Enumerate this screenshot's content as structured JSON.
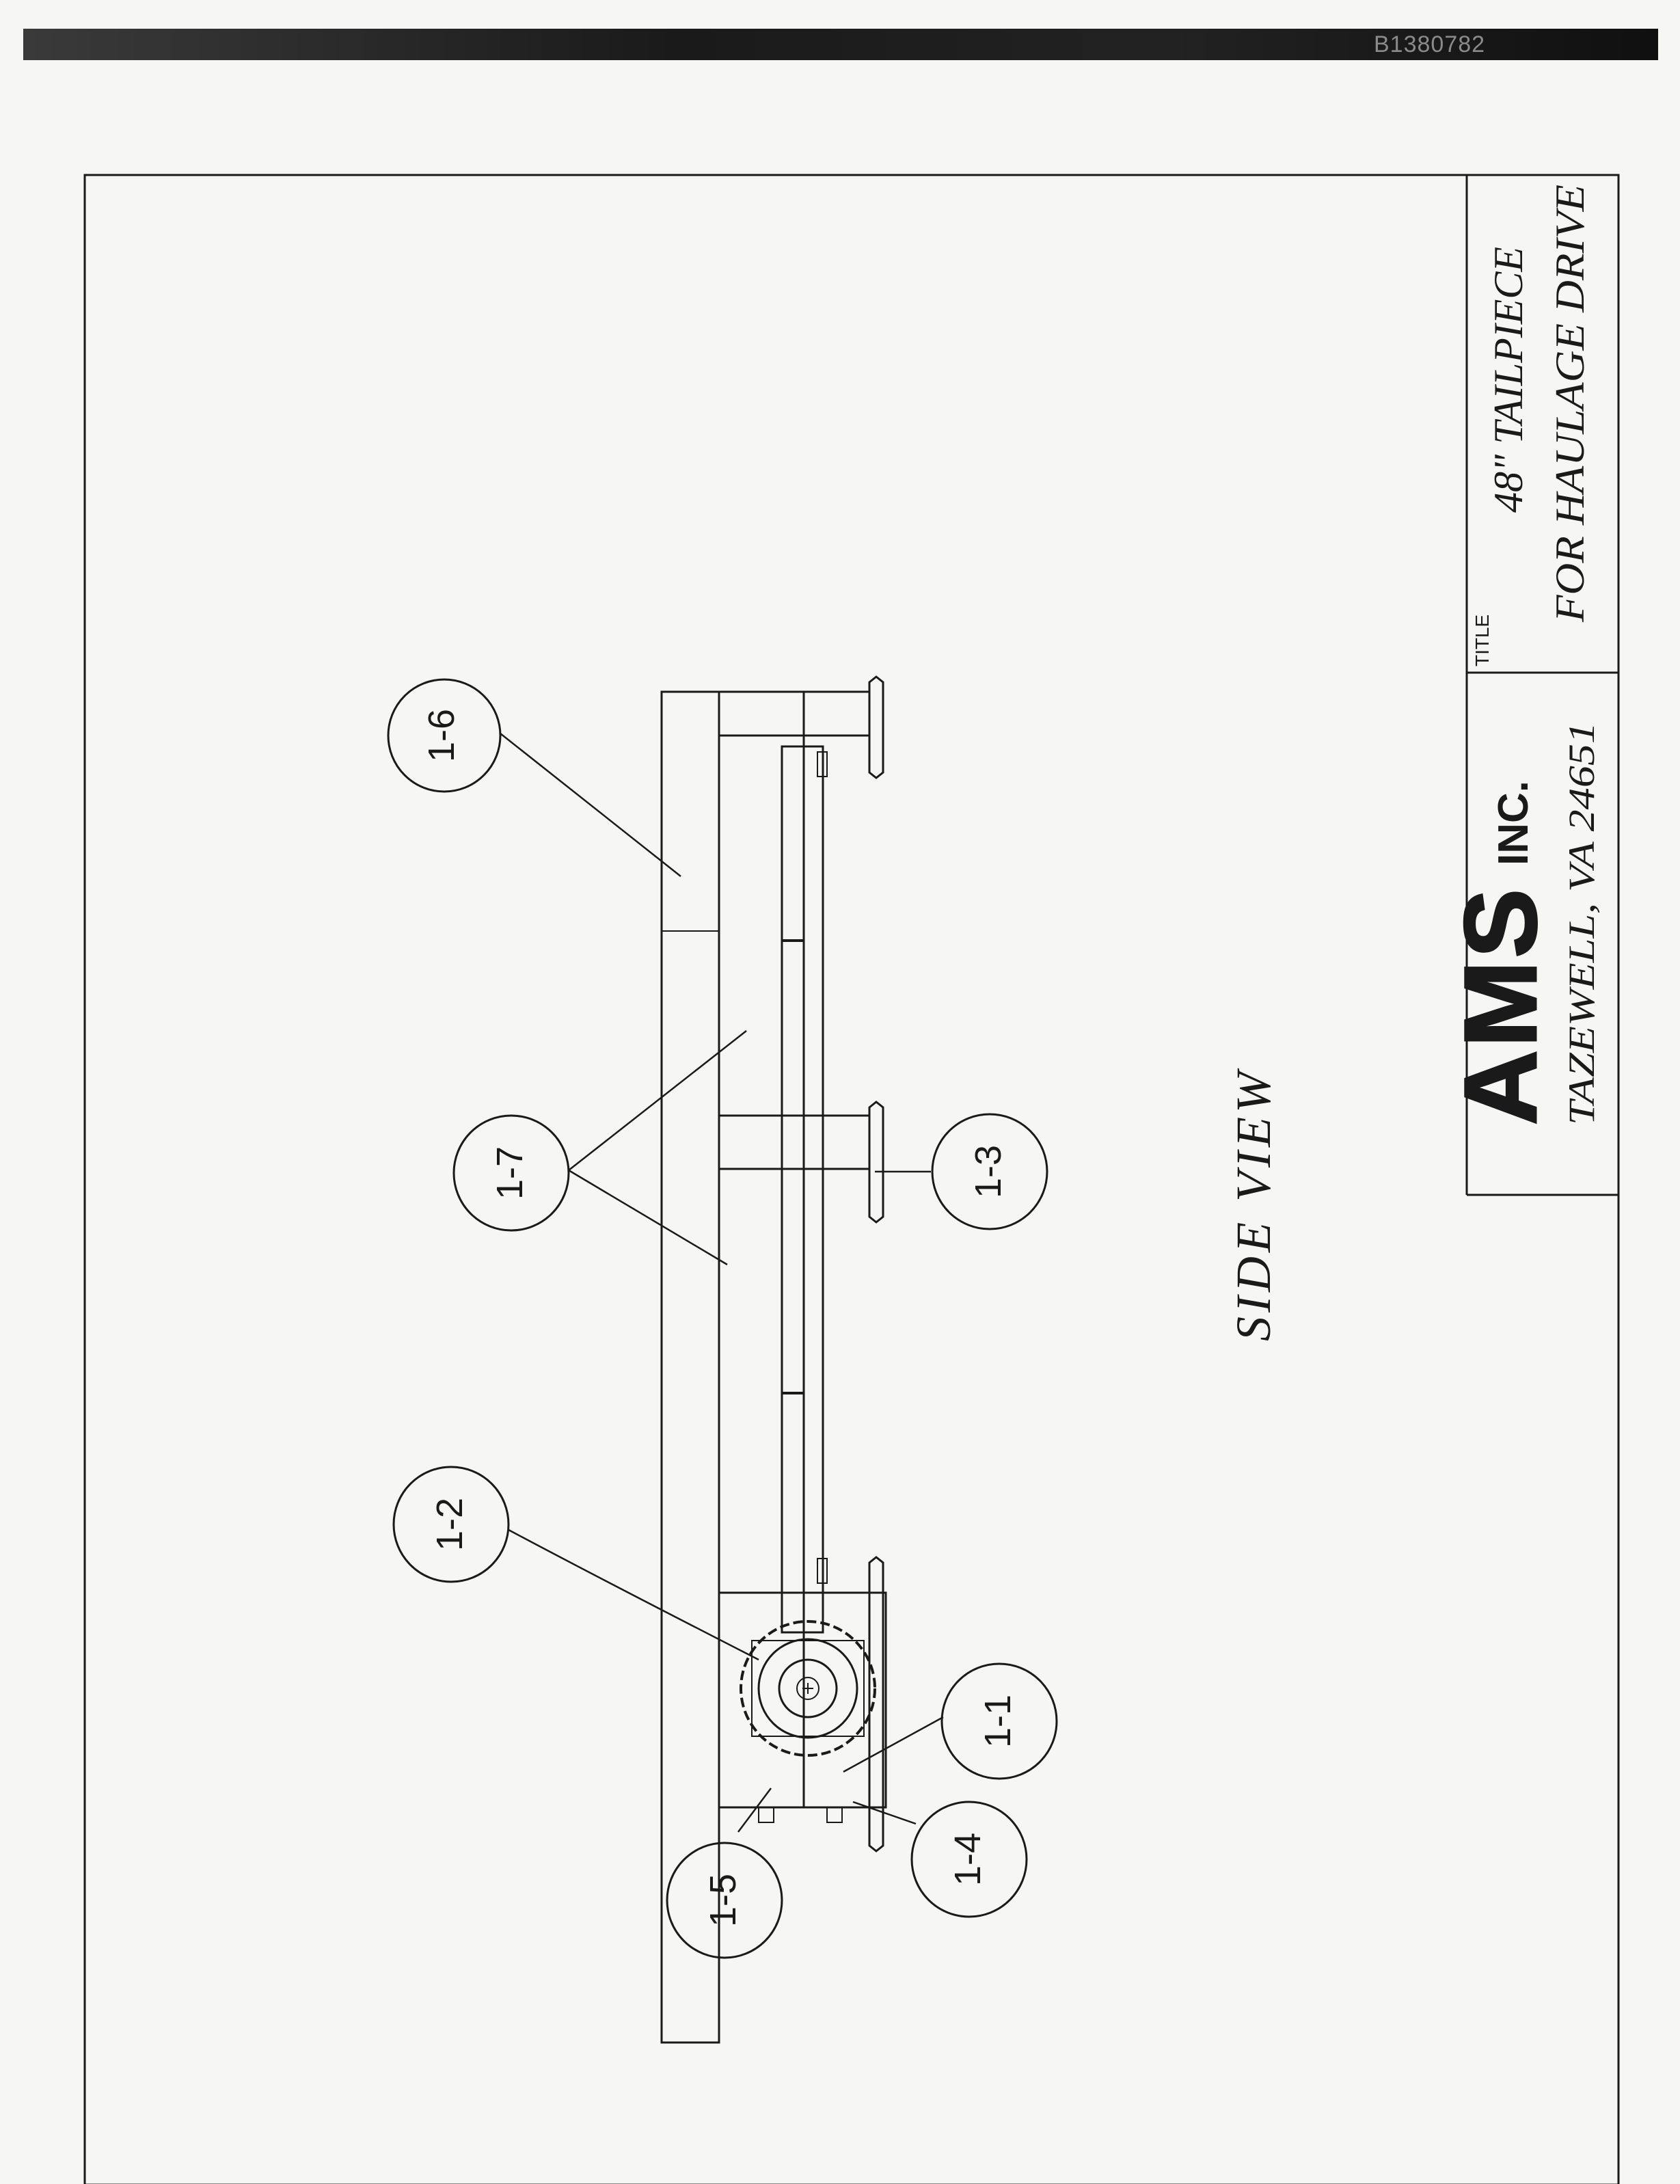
{
  "scan_header": {
    "id": "B1380782"
  },
  "drawing": {
    "view_label": "SIDE VIEW",
    "callouts": [
      "1-1",
      "1-2",
      "1-3",
      "1-4",
      "1-5",
      "1-6",
      "1-7"
    ]
  },
  "title_block": {
    "company_logo": "AMS",
    "company_suffix": "INC.",
    "company_address": "TAZEWELL, VA 24651",
    "title_caption": "TITLE",
    "title_line1": "48\" TAILPIECE",
    "title_line2": "FOR HAULAGE DRIVE"
  },
  "colors": {
    "ink": "#1a1a1a",
    "paper": "#f6f6f4",
    "scan_bar": "#1a1a1a"
  }
}
